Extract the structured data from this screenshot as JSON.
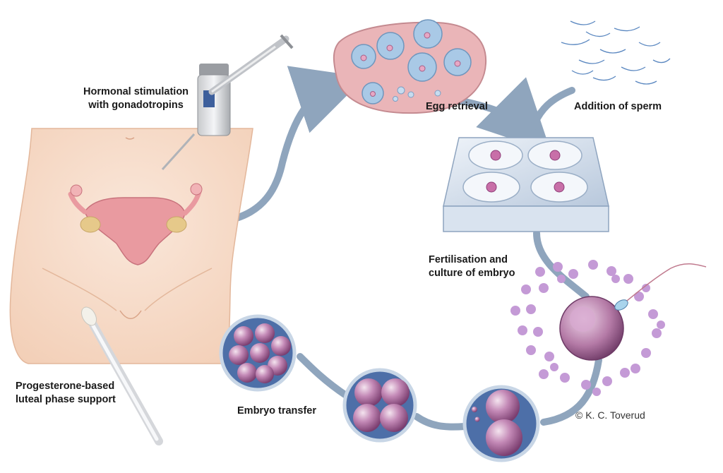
{
  "labels": {
    "hormonal_stimulation": [
      "Hormonal stimulation",
      "with gonadotropins"
    ],
    "egg_retrieval": "Egg retrieval",
    "addition_of_sperm": "Addition of sperm",
    "fertilisation": [
      "Fertilisation and",
      "culture of embryo"
    ],
    "embryo_transfer": "Embryo transfer",
    "progesterone": [
      "Progesterone-based",
      "luteal phase support"
    ],
    "credit": "© K. C. Toverud"
  },
  "colors": {
    "arrow": "#8fa5bd",
    "skin": "#f7dcc8",
    "uterus": "#e99aa0",
    "ovary": "#e6c98a",
    "egg_blue": "#a9c9e6",
    "egg_tissue": "#eab5b8",
    "sperm": "#5a87c0",
    "cumulus": "#c49ad6",
    "embryo_cell": "#c48ab7",
    "embryo_bg": "#4d6fa8",
    "dish": "#c8d6e6"
  }
}
